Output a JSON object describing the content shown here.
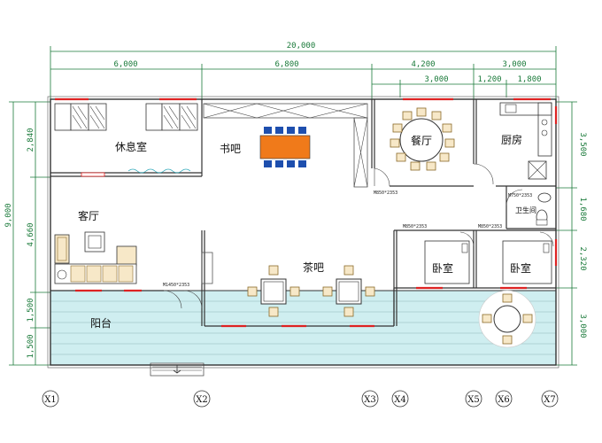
{
  "dimensions": {
    "total_width": "20,000",
    "top_row": [
      "6,000",
      "6,800",
      "4,200",
      "3,000"
    ],
    "second_row": [
      "3,000",
      "1,200",
      "1,800"
    ],
    "left_total": "9,000",
    "left_segments": [
      "2,840",
      "4,660",
      "1,500",
      "1,500"
    ],
    "right_segments": [
      "3,500",
      "1,680",
      "2,320",
      "3,000"
    ]
  },
  "rooms": {
    "lounge": "休息室",
    "book_bar": "书吧",
    "dining": "餐厅",
    "kitchen": "厨房",
    "living": "客厅",
    "bathroom": "卫生间",
    "tea_bar": "茶吧",
    "bedroom_1": "卧室",
    "bedroom_2": "卧室",
    "balcony": "阳台"
  },
  "door_labels": {
    "dining_door": "M850*2353",
    "bedroom_1_door": "M850*2353",
    "bedroom_2_door": "M850*2353",
    "tea_door": "M1450*2353",
    "bath_door": "M750*2353"
  },
  "axis_labels": [
    "X1",
    "X2",
    "X3",
    "X4",
    "X5",
    "X6",
    "X7"
  ],
  "colors": {
    "dimension": "#1a7a3a",
    "wall": "#333333",
    "window": "#dd2222",
    "balcony": "#cfeef0",
    "table": "#f07a1a",
    "chair": "#1e4fae"
  }
}
